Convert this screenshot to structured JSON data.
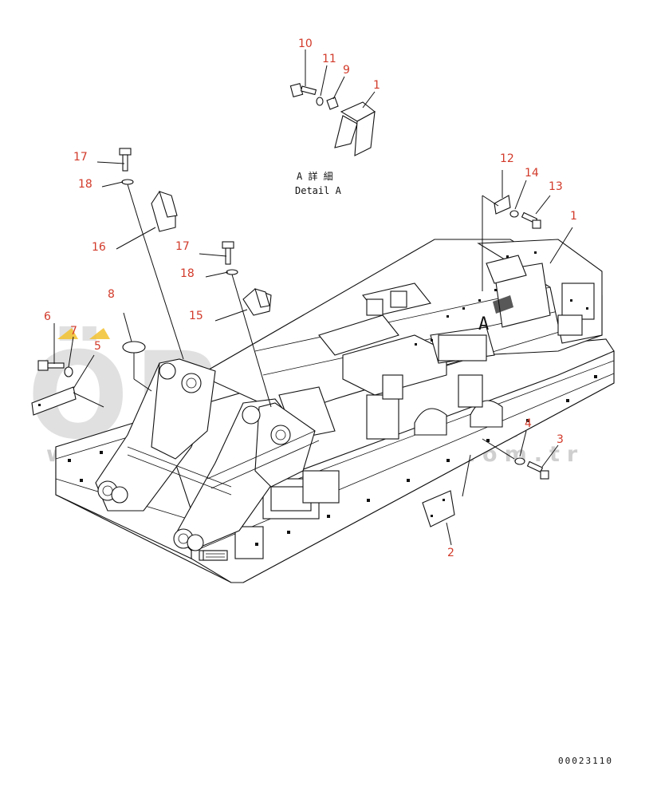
{
  "detail": {
    "jp_label": "A 詳 細",
    "en_label": "Detail A",
    "view_marker": "A"
  },
  "callouts": [
    "10",
    "11",
    "9",
    "1",
    "17",
    "18",
    "16",
    "12",
    "14",
    "13",
    "1",
    "17",
    "18",
    "15",
    "8",
    "6",
    "7",
    "5",
    "4",
    "3",
    "2"
  ],
  "watermark": {
    "brand": "ÖRNEK",
    "site": "www.ornekmakinalari.com.tr"
  },
  "drawing_number": "00023110",
  "colors": {
    "callout": "#d23a2a",
    "line": "#111111",
    "watermark": "#c8c8c8",
    "watermark_accent": "#f2c12e"
  }
}
